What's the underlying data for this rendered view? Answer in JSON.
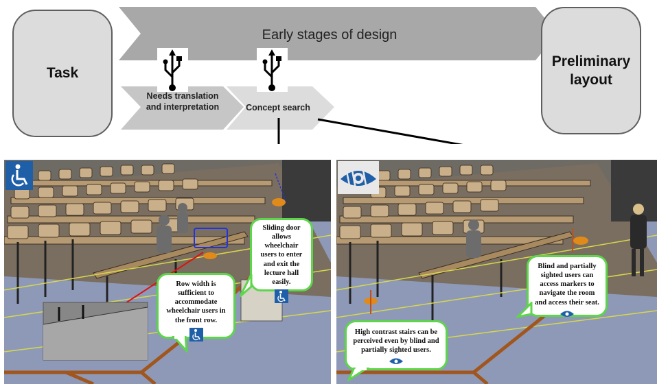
{
  "flow": {
    "task_label": "Task",
    "layout_label": "Preliminary layout",
    "stage_label": "Early stages of design",
    "step1_label": "Needs translation and interpretation",
    "step2_label": "Concept search"
  },
  "icons": {
    "usb": "usb-icon",
    "wheelchair": "wheelchair-icon",
    "eye": "low-vision-eye-icon"
  },
  "left_scene": {
    "bubble_row": "Row width is sufficient to accommodate wheelchair users in the front row.",
    "bubble_door": "Sliding door allows wheelchair users to enter and exit the lecture hall easily."
  },
  "right_scene": {
    "bubble_markers": "Blind and partially sighted users can access markers to navigate the room and access their seat.",
    "bubble_stairs": "High contrast stairs can be perceived even by blind and partially sighted users."
  },
  "colors": {
    "accent_green": "#5dd64a",
    "icon_blue": "#1f5fa8",
    "arrow_gray": "#a8a8a8",
    "floor_blue": "#8b97b6"
  }
}
